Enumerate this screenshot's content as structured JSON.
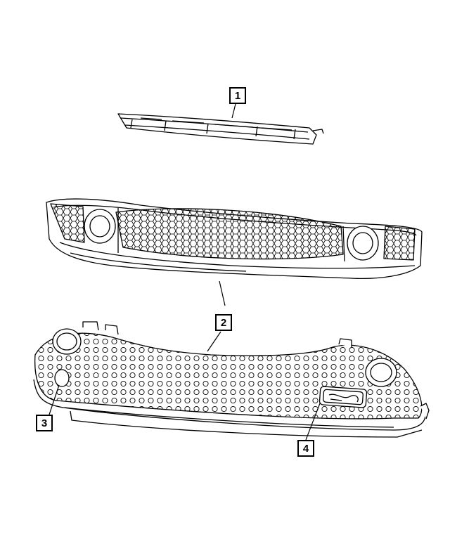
{
  "callouts": [
    {
      "label": "1"
    },
    {
      "label": "2"
    },
    {
      "label": "3"
    },
    {
      "label": "4"
    }
  ],
  "colors": {
    "line": "#000000",
    "background": "#ffffff"
  }
}
